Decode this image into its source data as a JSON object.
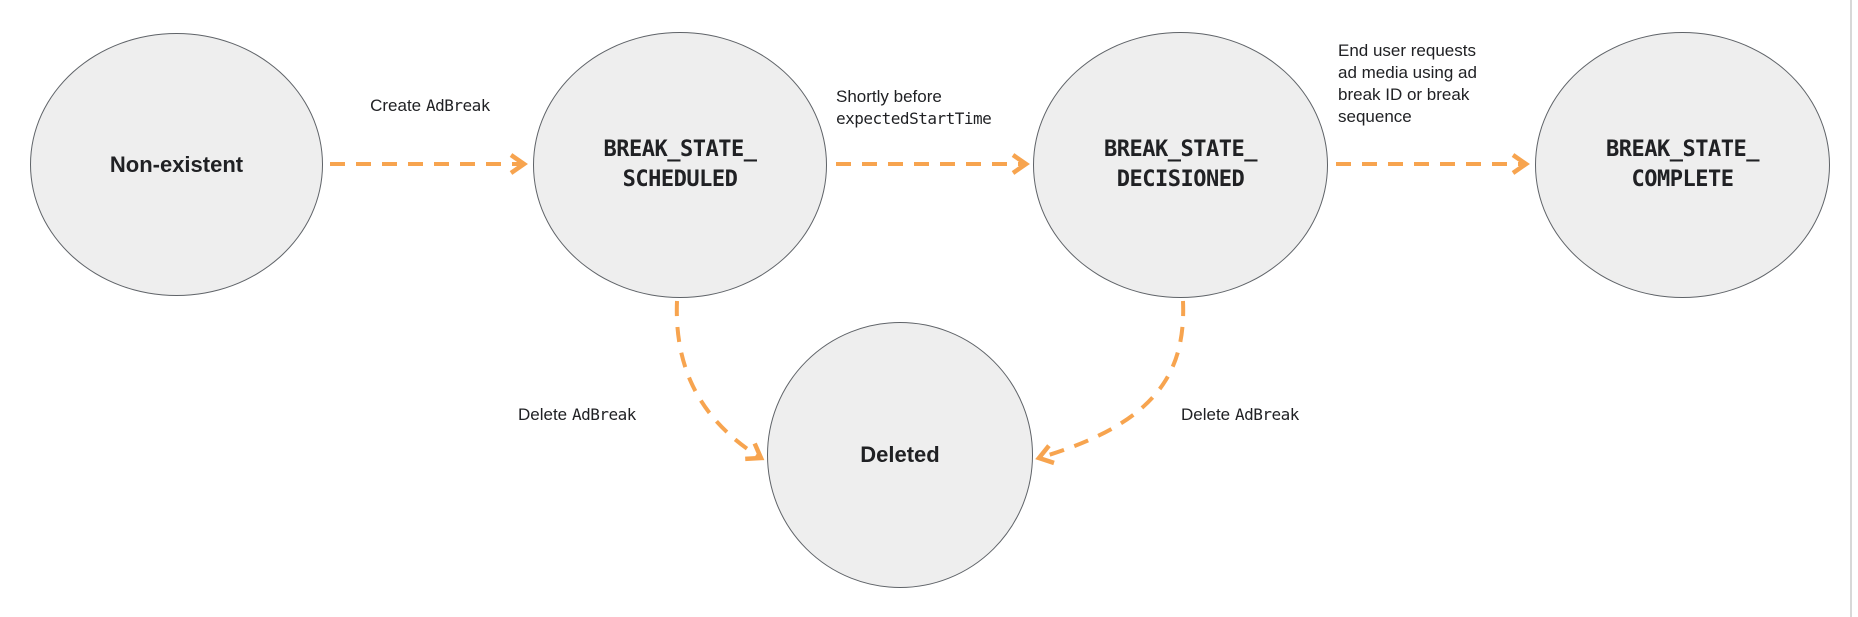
{
  "diagram": {
    "type": "state-transition-diagram",
    "nodes": {
      "non_existent": {
        "label": "Non-existent"
      },
      "scheduled": {
        "line1": "BREAK_STATE_",
        "line2": "SCHEDULED"
      },
      "decisioned": {
        "line1": "BREAK_STATE_",
        "line2": "DECISIONED"
      },
      "complete": {
        "line1": "BREAK_STATE_",
        "line2": "COMPLETE"
      },
      "deleted": {
        "label": "Deleted"
      }
    },
    "edges": {
      "create": {
        "from": "non_existent",
        "to": "scheduled",
        "plain": "Create",
        "code": "AdBreak"
      },
      "shortly": {
        "from": "scheduled",
        "to": "decisioned",
        "line1_plain": "Shortly before",
        "line2_code": "expectedStartTime"
      },
      "end_user": {
        "from": "decisioned",
        "to": "complete",
        "line1": "End user requests",
        "line2": "ad media using ad",
        "line3": "break ID or break",
        "line4": "sequence"
      },
      "delete_left": {
        "from": "scheduled",
        "to": "deleted",
        "plain": "Delete",
        "code": "AdBreak"
      },
      "delete_right": {
        "from": "decisioned",
        "to": "deleted",
        "plain": "Delete",
        "code": "AdBreak"
      }
    },
    "colors": {
      "arrow": "#F7A44F",
      "node_fill": "#EEEEEE",
      "node_stroke": "#5F6368",
      "text": "#202124",
      "background": "#FFFFFF",
      "edge_divider": "#D8D8D8"
    }
  }
}
